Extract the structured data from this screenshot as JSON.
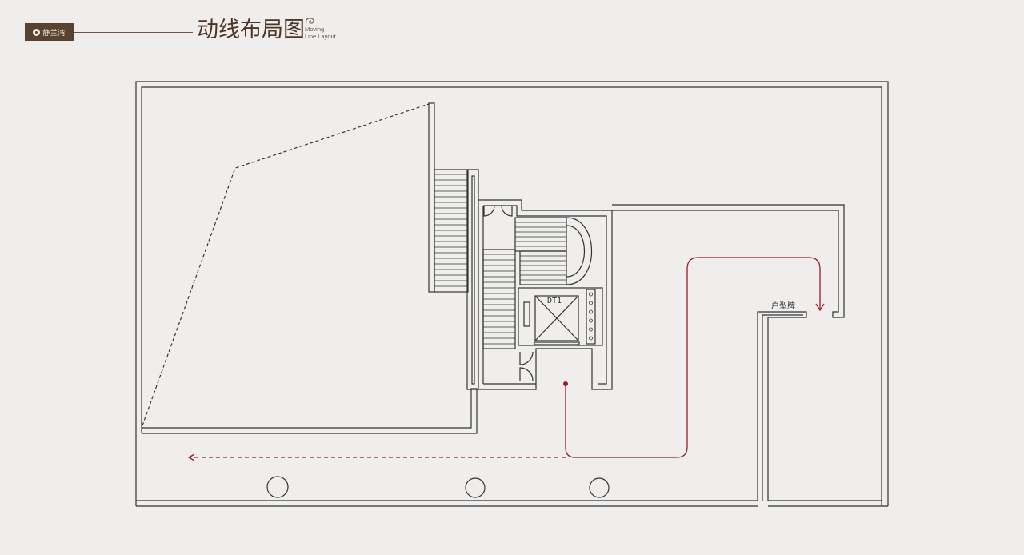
{
  "header": {
    "logo_text": "静兰湾",
    "title": "动线布局图",
    "subtitle_line1": "Moving",
    "subtitle_line2": "Line Layout"
  },
  "plan": {
    "elevator_label": "DT1",
    "unit_sign_label": "户型牌",
    "colors": {
      "walls": "#333333",
      "route": "#9b1b22",
      "brand": "#5a4230"
    }
  }
}
